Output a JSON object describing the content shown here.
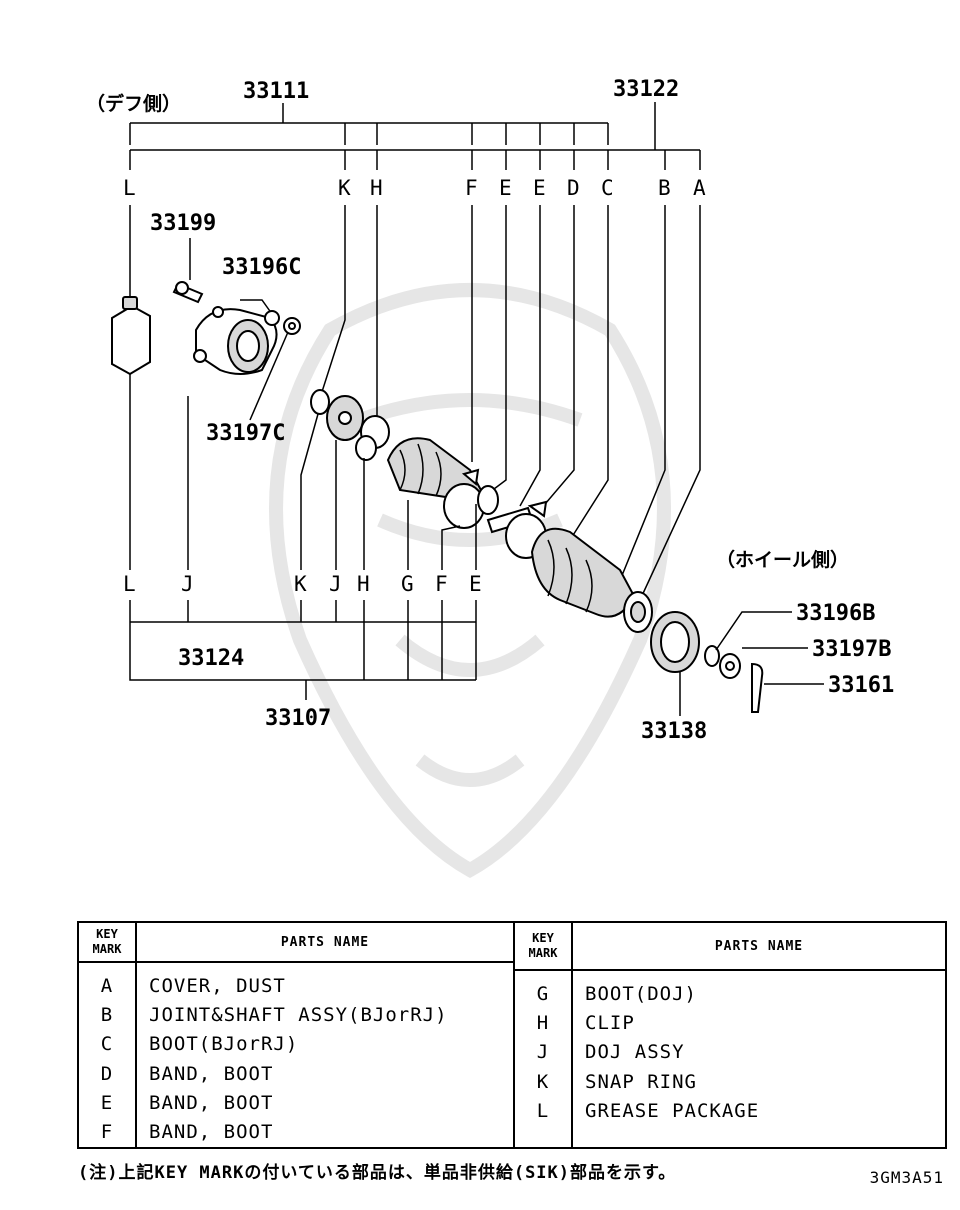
{
  "diagram": {
    "side_label_diff": "（デフ側）",
    "side_label_wheel": "（ホイール側）",
    "part_numbers": {
      "p33111": "33111",
      "p33122": "33122",
      "p33199": "33199",
      "p33196C": "33196C",
      "p33197C": "33197C",
      "p33124": "33124",
      "p33107": "33107",
      "p33196B": "33196B",
      "p33197B": "33197B",
      "p33161": "33161",
      "p33138": "33138"
    },
    "top_key_marks": [
      "L",
      "K",
      "H",
      "F",
      "E",
      "E",
      "D",
      "C",
      "B",
      "A"
    ],
    "bottom_key_marks": [
      "L",
      "J",
      "K",
      "J",
      "H",
      "G",
      "F",
      "E"
    ]
  },
  "table": {
    "header_key_line1": "KEY",
    "header_key_line2": "MARK",
    "header_name": "PARTS NAME",
    "left_rows": [
      {
        "key": "A",
        "name": "COVER, DUST"
      },
      {
        "key": "B",
        "name": "JOINT&SHAFT ASSY(BJorRJ)"
      },
      {
        "key": "C",
        "name": "BOOT(BJorRJ)"
      },
      {
        "key": "D",
        "name": "BAND, BOOT"
      },
      {
        "key": "E",
        "name": "BAND, BOOT"
      },
      {
        "key": "F",
        "name": "BAND, BOOT"
      }
    ],
    "right_rows": [
      {
        "key": "G",
        "name": "BOOT(DOJ)"
      },
      {
        "key": "H",
        "name": "CLIP"
      },
      {
        "key": "J",
        "name": "DOJ ASSY"
      },
      {
        "key": "K",
        "name": "SNAP RING"
      },
      {
        "key": "L",
        "name": "GREASE PACKAGE"
      }
    ]
  },
  "footnote": "(注)上記KEY MARKの付いている部品は、単品非供給(SIK)部品を示す。",
  "drawing_code": "3GM3A51"
}
